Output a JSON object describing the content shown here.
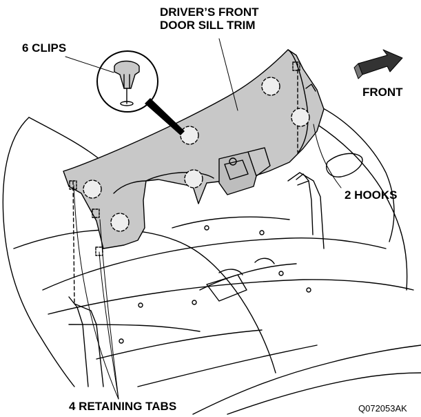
{
  "labels": {
    "trim_line1": "DRIVER’S FRONT",
    "trim_line2": "DOOR SILL TRIM",
    "clips": "6 CLIPS",
    "front": "FRONT",
    "hooks": "2 HOOKS",
    "tabs": "4 RETAINING TABS",
    "figure_code": "Q072053AK"
  },
  "icons": {
    "direction": "front-arrow-icon",
    "clip_detail": "clip-magnifier-icon"
  },
  "colors": {
    "trim_fill": "#c8c8c8",
    "line": "#000000",
    "background": "#ffffff"
  }
}
